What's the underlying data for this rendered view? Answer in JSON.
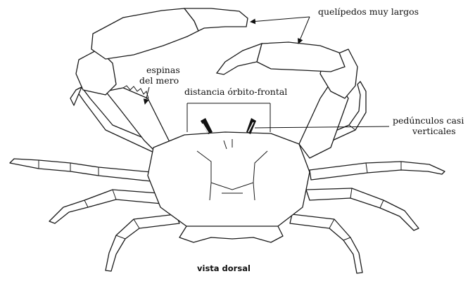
{
  "labels": {
    "chelipeds": "quelípedos muy largos",
    "merus_spines_line1": "espinas",
    "merus_spines_line2": "del mero",
    "orbit_frontal": "distancia órbito-frontal",
    "peduncles_line1": "pedúnculos casi",
    "peduncles_line2": "verticales",
    "view": "vista dorsal"
  }
}
